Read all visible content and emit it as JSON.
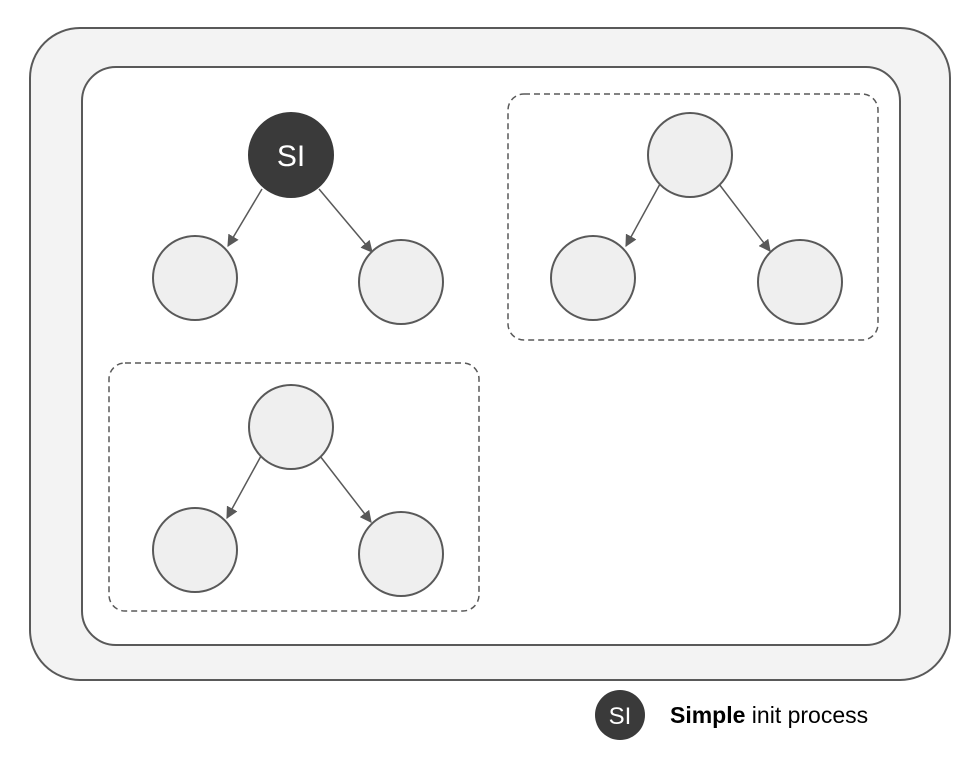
{
  "diagram": {
    "root_node_label": "SI",
    "colors": {
      "outer_fill": "#f3f3f3",
      "inner_fill": "#ffffff",
      "stroke": "#595959",
      "node_fill": "#efefef",
      "si_fill": "#3a3a3a",
      "si_text": "#ffffff",
      "legend_text": "#000000"
    }
  },
  "legend": {
    "icon_label": "SI",
    "label_bold": "Simple",
    "label_rest": " init process"
  }
}
